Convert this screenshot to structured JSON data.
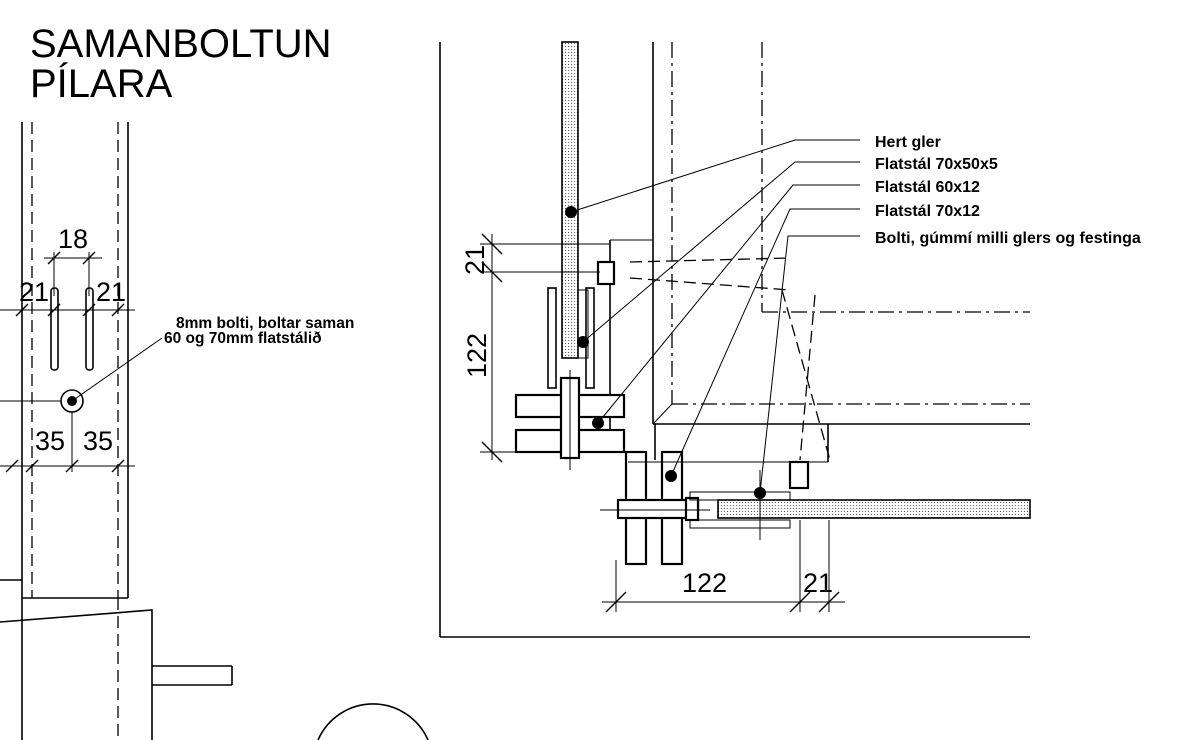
{
  "title": {
    "line1": "SAMANBOLTUN",
    "line2": "PÍLARA"
  },
  "left_detail": {
    "dimensions": {
      "slot_spacing": "18",
      "edge_left": "21",
      "edge_right": "21",
      "half_left": "35",
      "half_right": "35"
    },
    "note": {
      "line1": "8mm bolti, boltar saman",
      "line2": "60 og 70mm flatstálið"
    }
  },
  "right_detail": {
    "labels": [
      "Hert gler",
      "Flatstál 70x50x5",
      "Flatstál 60x12",
      "Flatstál 70x12",
      "Bolti, gúmmí milli glers og festinga"
    ],
    "dimensions": {
      "vertical_small": "21",
      "vertical_large": "122",
      "horizontal_large": "122",
      "horizontal_small": "21"
    }
  }
}
